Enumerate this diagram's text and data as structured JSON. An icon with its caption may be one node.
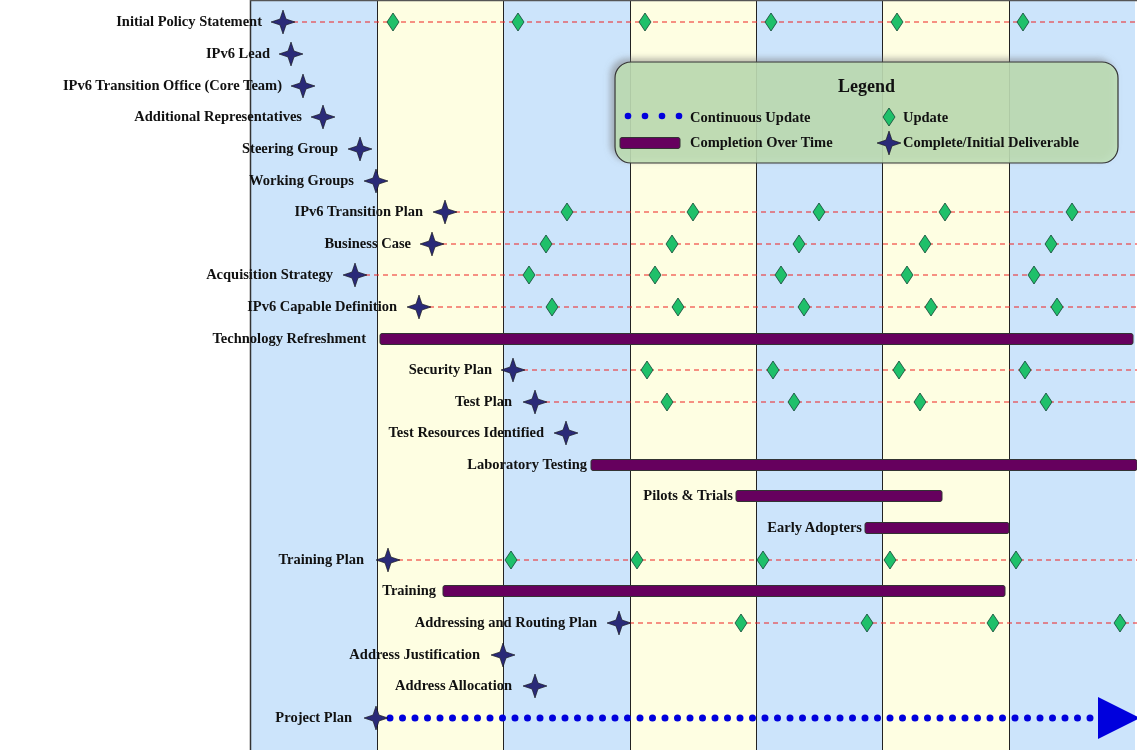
{
  "diagram": {
    "labels": [
      "Initial Policy Statement",
      "IPv6 Lead",
      "IPv6 Transition Office (Core Team)",
      "Additional Representatives",
      "Steering Group",
      "Working Groups",
      "IPv6 Transition Plan",
      "Business Case",
      "Acquisition Strategy",
      "IPv6 Capable Definition",
      "Technology Refreshment",
      "Security Plan",
      "Test Plan",
      "Test Resources Identified",
      "Laboratory Testing",
      "Pilots & Trials",
      "Early Adopters",
      "Training Plan",
      "Training",
      "Addressing and Routing Plan",
      "Address Justification",
      "Address Allocation",
      "Project Plan",
      "Legend"
    ],
    "legend": [
      {
        "text": "Continuous Update"
      },
      {
        "text": "Update"
      },
      {
        "text": "Completion Over Time"
      },
      {
        "text": "Complete/Initial Deliverable"
      }
    ]
  }
}
